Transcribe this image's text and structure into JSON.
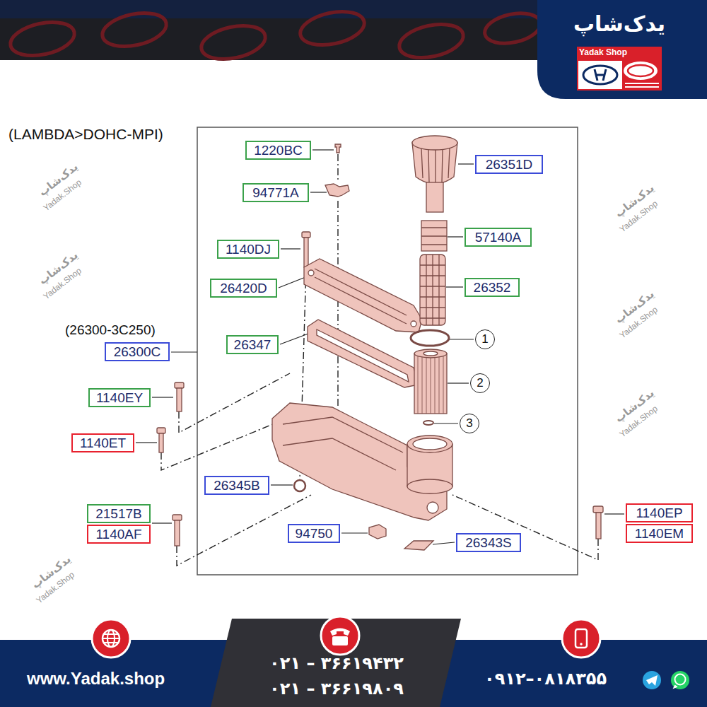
{
  "diagram": {
    "nodes": [
      {
        "text": [
          "1220BC"
        ]
      },
      {
        "text": [
          "26351D"
        ]
      },
      {
        "text": [
          "94771A"
        ]
      },
      {
        "text": [
          "57140A"
        ]
      },
      {
        "text": [
          "1140DJ"
        ]
      },
      {
        "text": [
          "26420D"
        ]
      },
      {
        "text": [
          "26352"
        ]
      },
      {
        "text": [
          "1"
        ]
      },
      {
        "text": [
          "26347"
        ]
      },
      {
        "text": [
          "26300C"
        ]
      },
      {
        "text": [
          "2"
        ]
      },
      {
        "text": [
          "1140EY"
        ]
      },
      {
        "text": [
          "3"
        ]
      },
      {
        "text": [
          "1140ET"
        ]
      },
      {
        "text": [
          "26345B"
        ]
      },
      {
        "text": [
          "1140EP"
        ]
      },
      {
        "text": [
          "21517B"
        ]
      },
      {
        "text": [
          "1140EM"
        ]
      },
      {
        "text": [
          "1140AF"
        ]
      },
      {
        "text": [
          "94750"
        ]
      },
      {
        "text": [
          "26343S"
        ]
      }
    ],
    "labels": [
      "(LAMBDA>DOHC-MPI)",
      "(26300-3C250)",
      "یدک‌شاپ",
      "Yadak Shop",
      "www.Yadak.shop",
      "۰۲۱ – ۳۶۶۱۹۴۳۲",
      "۰۲۱ – ۳۶۶۱۹۸۰۹",
      "۰۹۱۲–۰۸۱۸۳۵۵",
      "یدک‌شاپ",
      "Yadak.Shop",
      "یدک‌شاپ",
      "Yadak.Shop",
      "یدک‌شاپ",
      "Yadak.Shop",
      "یدک‌شاپ",
      "Yadak.Shop",
      "یدک‌شاپ",
      "Yadak.Shop",
      "یدک‌شاپ",
      "Yadak.Shop"
    ]
  }
}
